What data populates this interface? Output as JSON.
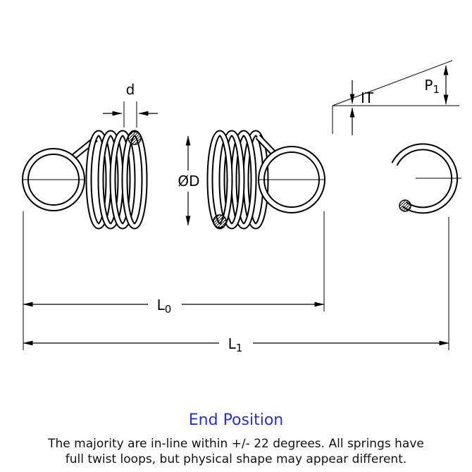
{
  "diagram": {
    "dims": {
      "d": "d",
      "it": "IT",
      "od": "ØD",
      "p1": {
        "base": "P",
        "sub": "1"
      },
      "l0": {
        "base": "L",
        "sub": "0"
      },
      "l1": {
        "base": "L",
        "sub": "1"
      }
    },
    "end_position_label": "End Position",
    "caption": {
      "line1": "The majority are in-line within +/- 22 degrees. All springs have",
      "line2": "full twist loops, but physical shape may appear different."
    },
    "colors": {
      "line": "#000000",
      "end_position_text": "#2433cb",
      "caption_text": "#111111",
      "background": "#ffffff"
    }
  }
}
